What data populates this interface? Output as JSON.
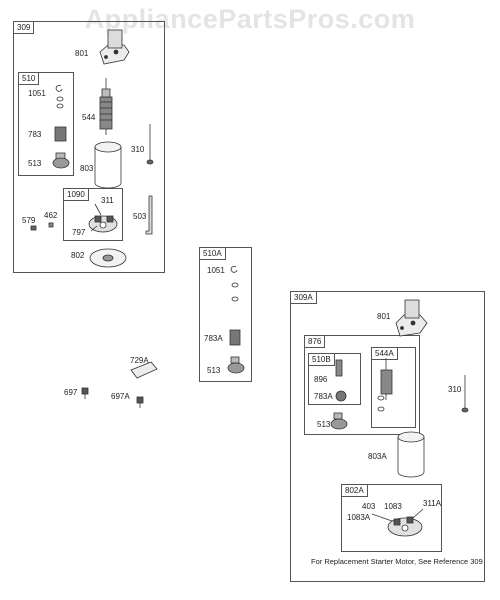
{
  "watermark": "AppliancePartsPros.com",
  "groups": {
    "g309": "309",
    "g510": "510",
    "g1090": "1090",
    "g510A": "510A",
    "g309A": "309A",
    "g876": "876",
    "g510B": "510B",
    "g544A": "544A",
    "g802A": "802A"
  },
  "labels": {
    "p801": "801",
    "p1051": "1051",
    "p544": "544",
    "p783": "783",
    "p310": "310",
    "p513": "513",
    "p803": "803",
    "p311": "311",
    "p579": "579",
    "p462": "462",
    "p503": "503",
    "p797": "797",
    "p802": "802",
    "p1051b": "1051",
    "p783A": "783A",
    "p513b": "513",
    "p729A": "729A",
    "p697": "697",
    "p697A": "697A",
    "p801b": "801",
    "p896": "896",
    "p783Ab": "783A",
    "p513c": "513",
    "p310b": "310",
    "p803A": "803A",
    "p403": "403",
    "p1083": "1083",
    "p1083A": "1083A",
    "p311A": "311A"
  },
  "note": "For Replacement Starter Motor, See Reference 309"
}
